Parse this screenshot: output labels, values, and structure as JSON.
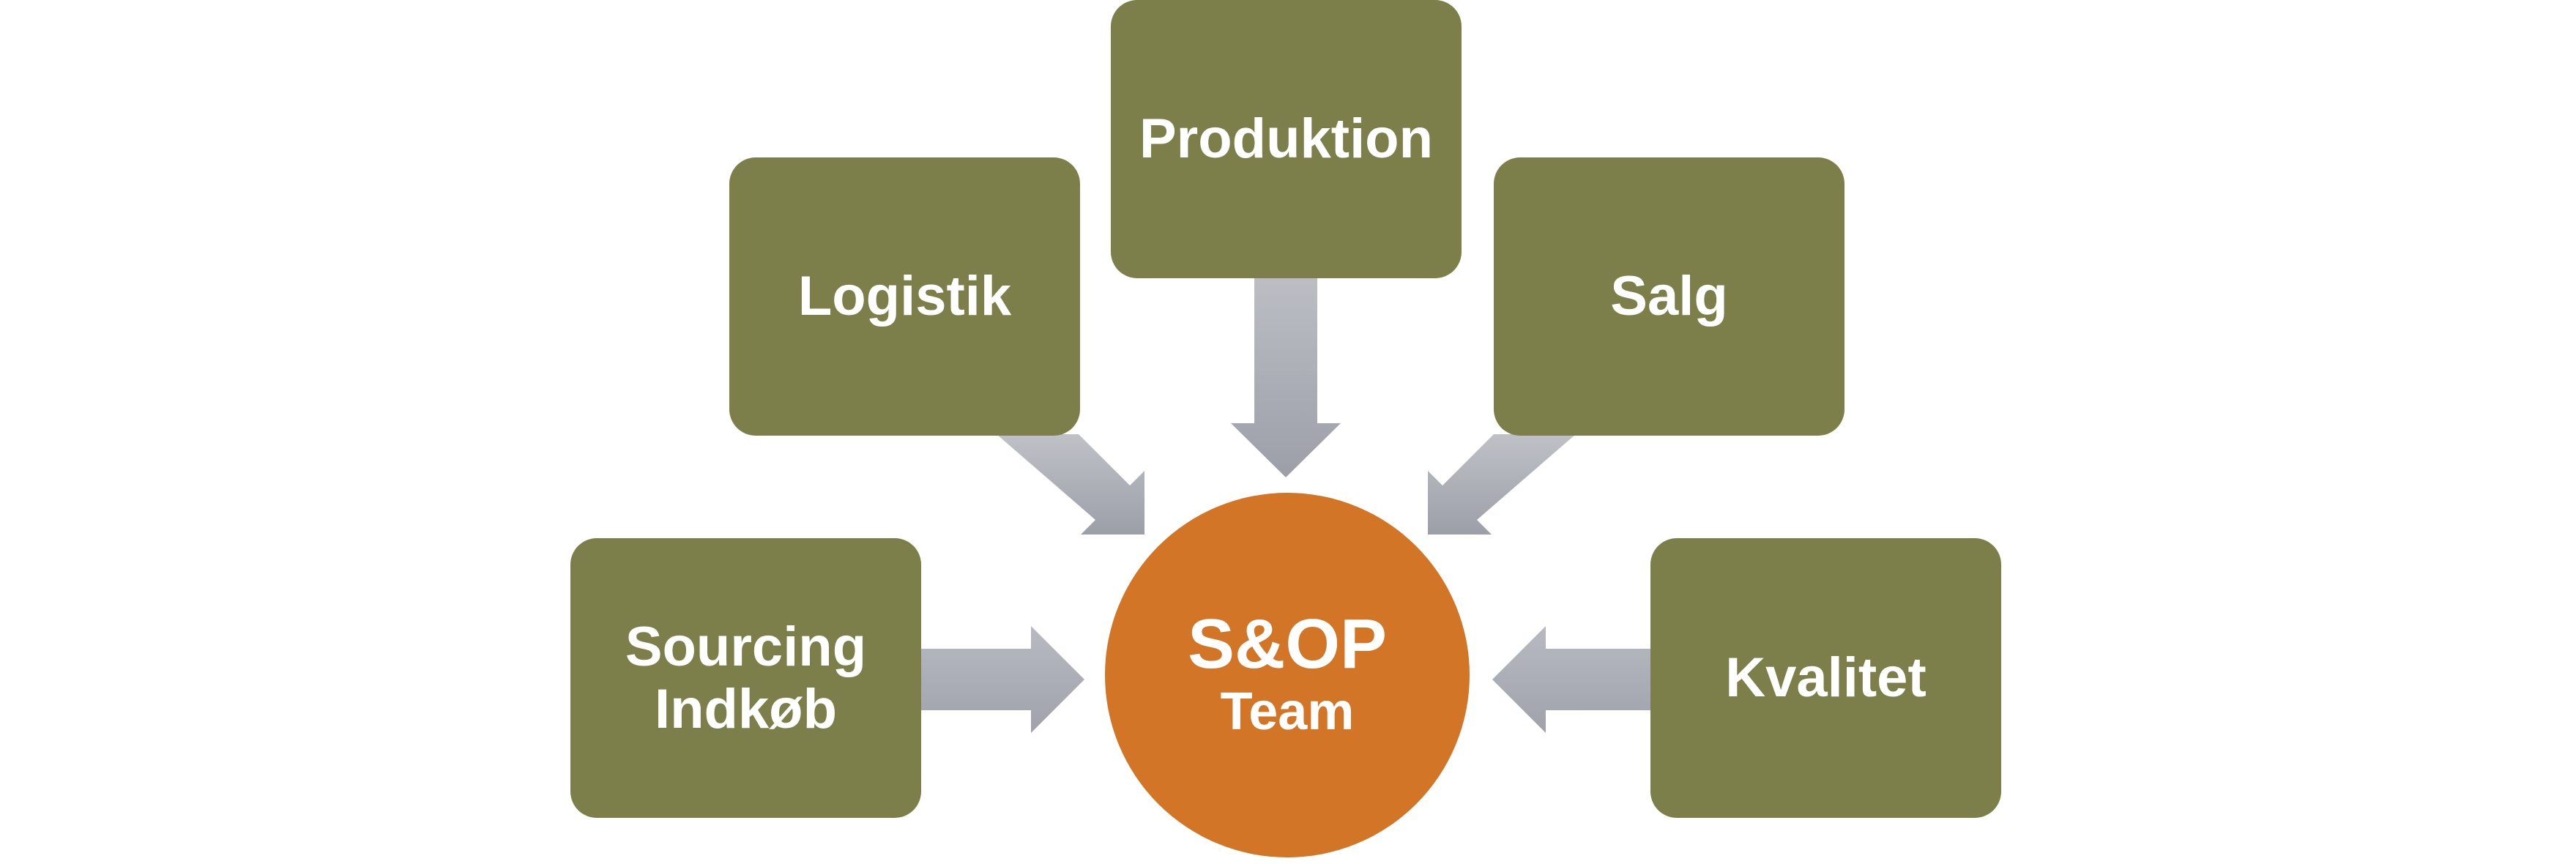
{
  "diagram": {
    "center": {
      "line1": "S&OP",
      "line2": "Team"
    },
    "nodes": {
      "produktion": {
        "label": "Produktion"
      },
      "logistik": {
        "label": "Logistik"
      },
      "salg": {
        "label": "Salg"
      },
      "sourcing": {
        "line1": "Sourcing",
        "line2": "Indkøb"
      },
      "kvalitet": {
        "label": "Kvalitet"
      }
    },
    "colors": {
      "node_fill": "#7d7f4a",
      "center_fill": "#d27526",
      "arrow_fill": "#a7aab3",
      "text": "#ffffff"
    }
  }
}
